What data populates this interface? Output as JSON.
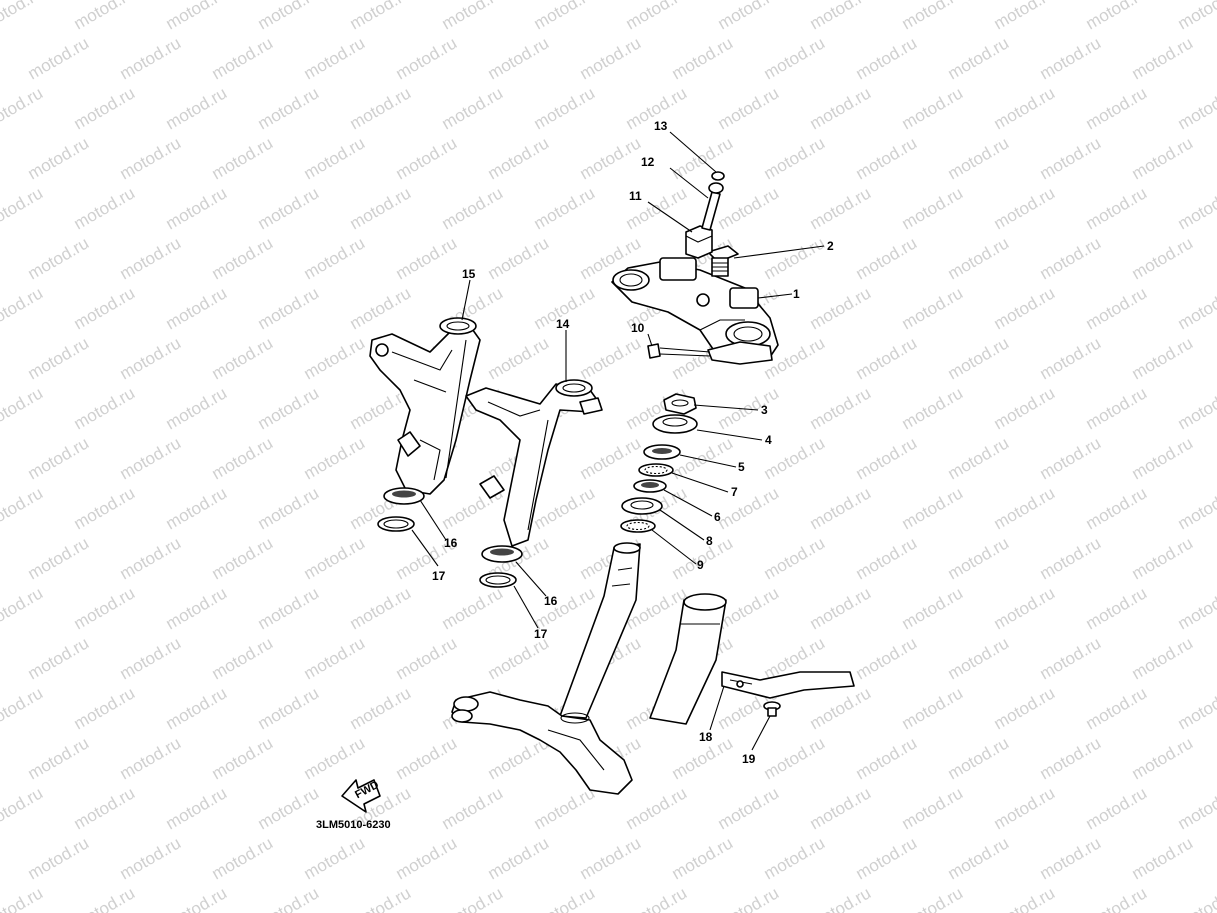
{
  "watermark": "motod.ru",
  "diagram_code": "3LM5010-6230",
  "fwd_label": "FWD",
  "callouts": {
    "c1": "1",
    "c2": "2",
    "c3": "3",
    "c4": "4",
    "c5": "5",
    "c6": "6",
    "c7": "7",
    "c8": "8",
    "c9": "9",
    "c10": "10",
    "c11": "11",
    "c12": "12",
    "c13": "13",
    "c14": "14",
    "c15": "15",
    "c16a": "16",
    "c16b": "16",
    "c17a": "17",
    "c17b": "17",
    "c18": "18",
    "c19": "19"
  }
}
